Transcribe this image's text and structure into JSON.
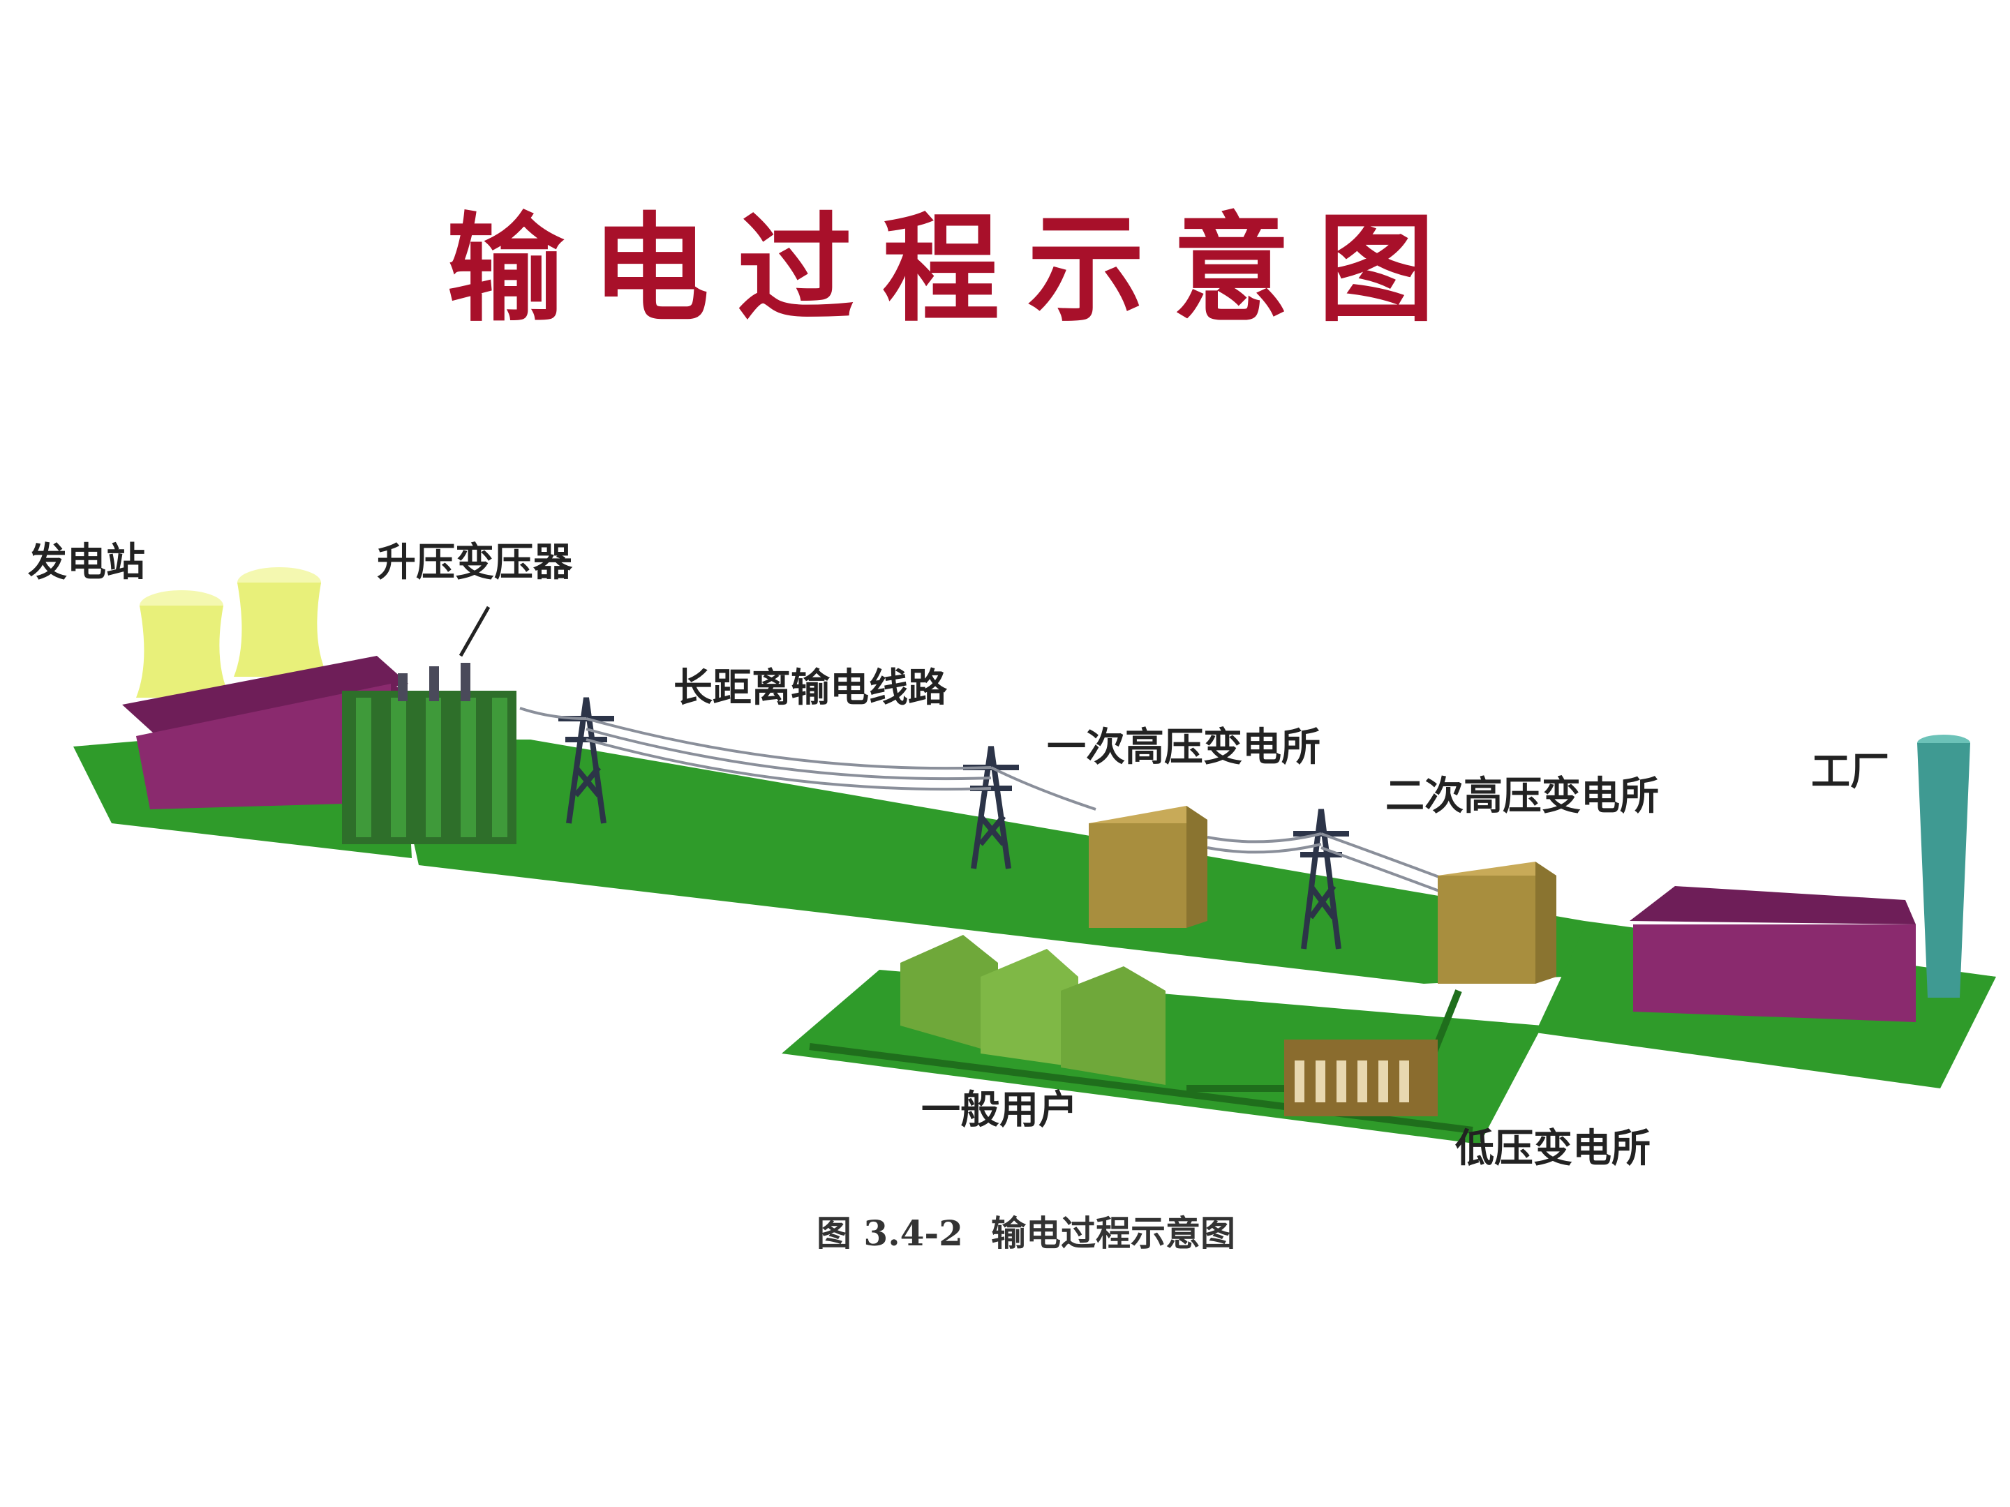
{
  "title": "输电过程示意图",
  "labels": {
    "power_station": "发电站",
    "step_up_transformer": "升压变压器",
    "long_distance_line": "长距离输电线路",
    "primary_substation": "一次高压变电所",
    "secondary_substation": "二次高压变电所",
    "factory": "工厂",
    "general_users": "一般用户",
    "low_voltage_substation": "低压变电所"
  },
  "caption": {
    "number": "图 3.4-2",
    "text": "输电过程示意图"
  },
  "colors": {
    "title": "#a8102a",
    "ground": "#2f9b2a",
    "ground_dark": "#1f6e1c",
    "building_magenta": "#8a2a6e",
    "cooling_tower": "#e8f07a",
    "transformer": "#a88e3e",
    "house": "#6fa83a",
    "chimney": "#3f9a92",
    "tower": "#2c3448"
  }
}
